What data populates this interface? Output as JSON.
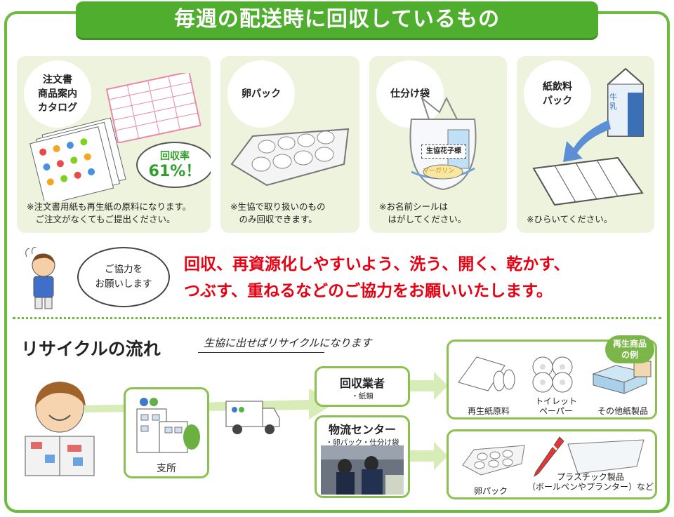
{
  "banner": {
    "title": "毎週の配送時に回収しているもの"
  },
  "cards": [
    {
      "label": "注文書\n商品案内\nカタログ",
      "note": "※注文書用紙も再生紙の原料になります。\n　ご注文がなくてもご提出ください。"
    },
    {
      "label": "卵パック",
      "note": "※生協で取り扱いのもの\n　のみ回収できます。"
    },
    {
      "label": "仕分け袋",
      "note": "※お名前シールは\n　はがしてください。",
      "sticker": "生協花子様",
      "margarine": "マーガリン"
    },
    {
      "label": "紙飲料\nパック",
      "note": "※ひらいてください。",
      "carton_text": "牛乳"
    }
  ],
  "rate": {
    "label": "回収率",
    "value": "61%！"
  },
  "cooperation": {
    "speech": "ご協力を\nお願いします",
    "message": "回収、再資源化しやすいよう、洗う、開く、乾かす、\nつぶす、重ねるなどのご協力をお願いいたします。"
  },
  "flow": {
    "title": "リサイクルの流れ",
    "subtitle": "生協に出せばリサイクルになります",
    "branch": "支所",
    "recycler": {
      "title": "回収業者",
      "sub": "・紙類"
    },
    "logistics": {
      "title": "物流センター",
      "sub": "・卵パック・仕分け袋"
    },
    "tag": "再生商品\nの例",
    "paper_products": [
      "再生紙原料",
      "トイレット\nペーパー",
      "その他紙製品"
    ],
    "plastic_products": [
      "卵パック",
      "プラスチック製品\n（ボールペンやプランター）など"
    ]
  },
  "colors": {
    "green": "#6dbb3c",
    "banner": "#4fae2e",
    "red": "#e60012",
    "card": "#edf3dc"
  }
}
